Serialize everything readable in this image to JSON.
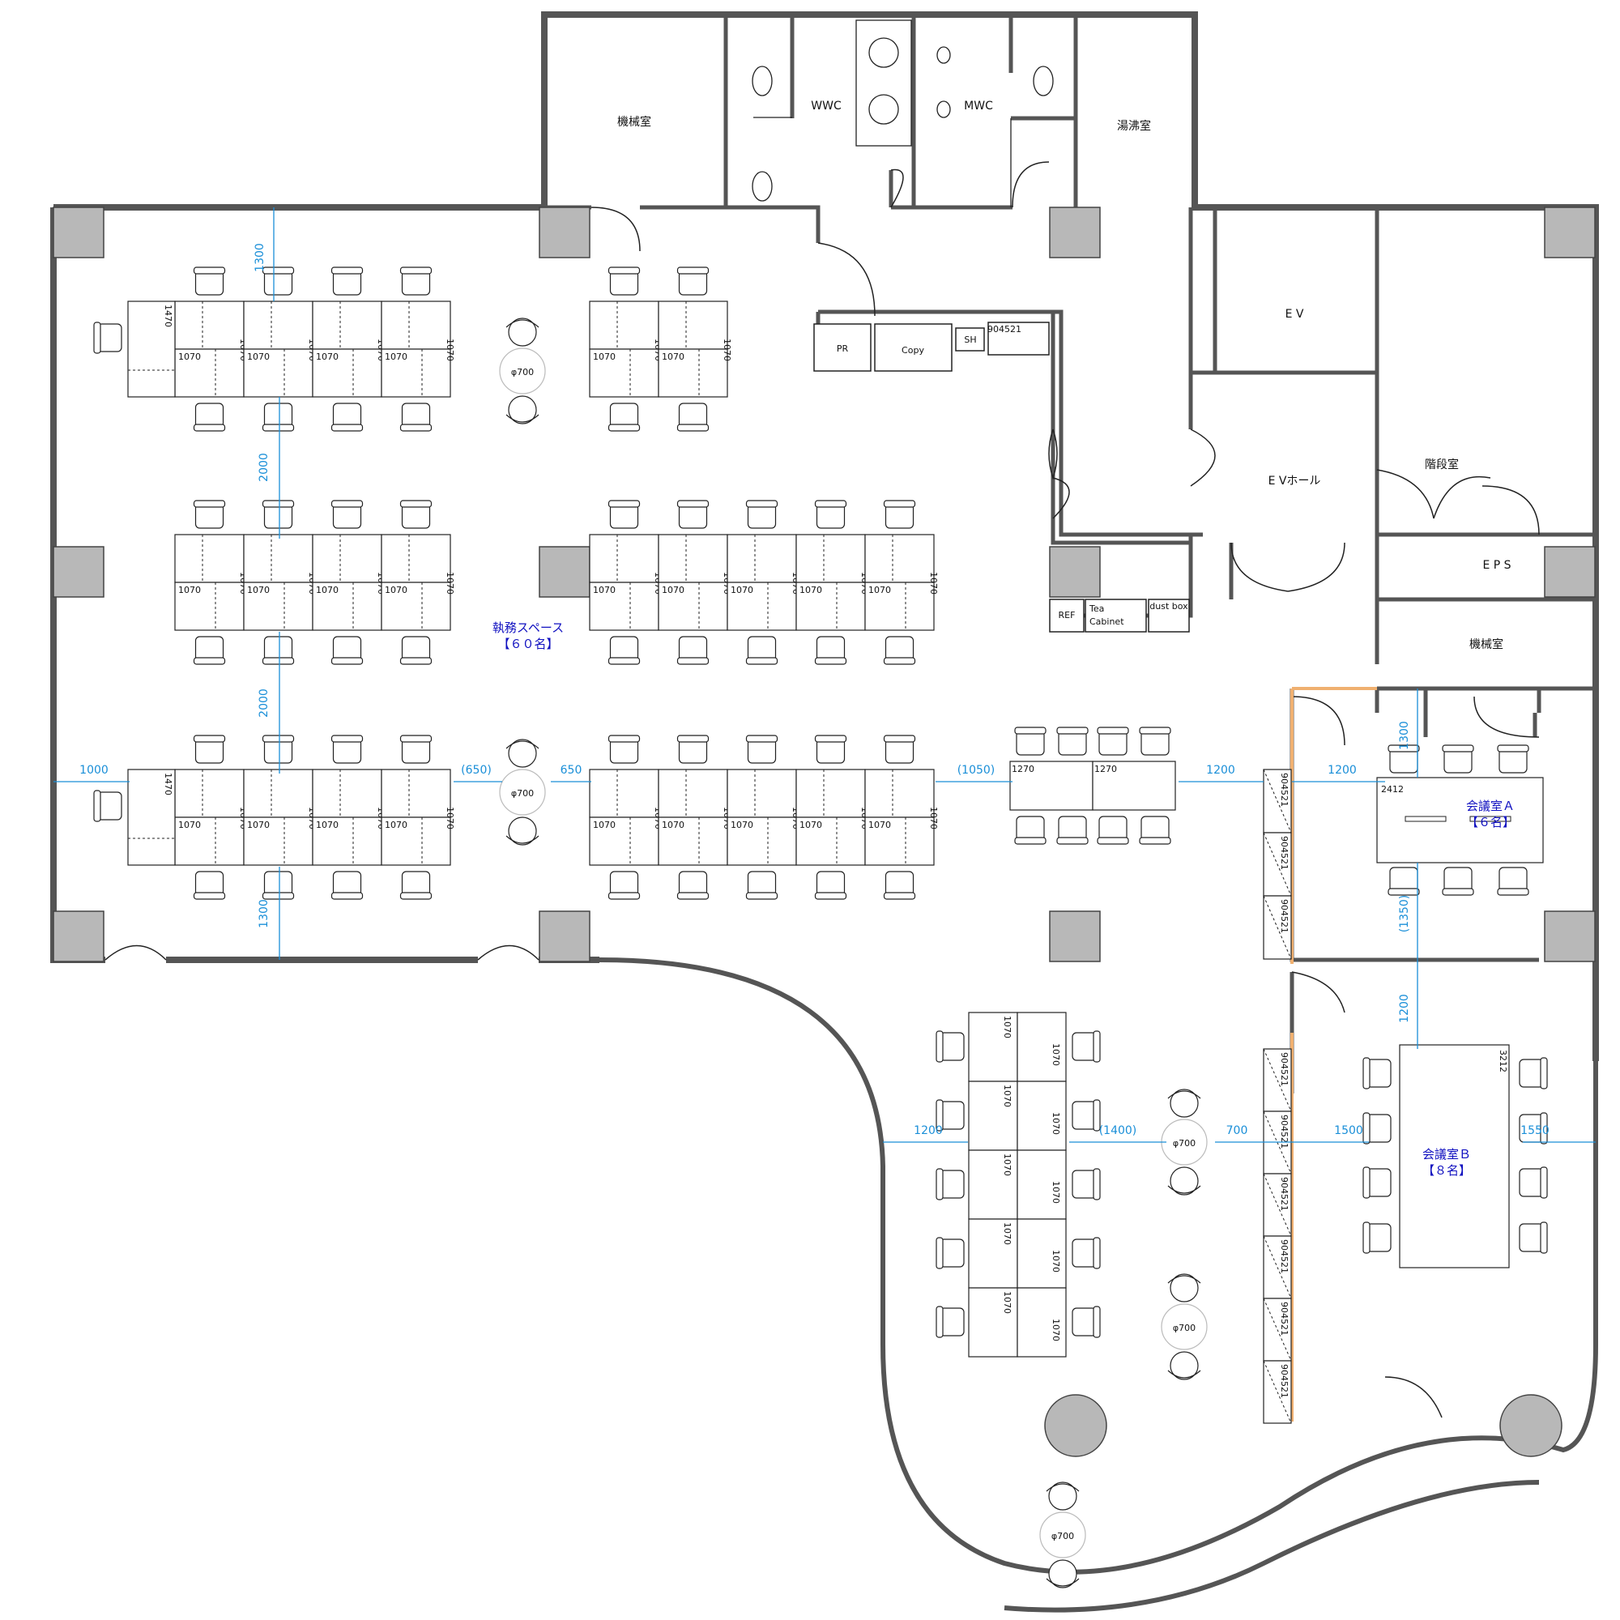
{
  "rooms": {
    "mech_room_1": "機械室",
    "wwc": "WWC",
    "mwc": "MWC",
    "kitchenette": "湯沸室",
    "ev": "E V",
    "ev_hall": "E Vホール",
    "stairs": "階段室",
    "eps": "E P S",
    "mech_room_2": "機械室"
  },
  "zones": {
    "work_space_line1": "執務スペース",
    "work_space_line2": "【６０名】",
    "meeting_a_line1": "会議室Ａ",
    "meeting_a_line2": "【６名】",
    "meeting_b_line1": "会議室Ｂ",
    "meeting_b_line2": "【８名】"
  },
  "equipment": {
    "printer": "PR",
    "copier": "Copy",
    "shredder": "SH",
    "cabinet_code": "904521",
    "refrigerator": "REF",
    "tea_cabinet_line1": "Tea",
    "tea_cabinet_line2": "Cabinet",
    "dust_box": "dust box"
  },
  "furniture_labels": {
    "desk": "1070",
    "manager_desk": "1470",
    "table_1270": "1270",
    "table_a": "2412",
    "table_b": "3212",
    "round_table": "φ700",
    "storage": "904521"
  },
  "dimensions": {
    "d1300_top": "1300",
    "d2000_a": "2000",
    "d2000_b": "2000",
    "d1300_bottom": "1300",
    "d1000": "1000",
    "d650_paren": "(650)",
    "d650": "650",
    "d1050_paren": "(1050)",
    "d1200_a": "1200",
    "d1200_b": "1200",
    "d1300_a": "1300",
    "d1350_paren": "(1350)",
    "d1200_c": "1200",
    "d1200_d": "1200",
    "d1400_paren": "(1400)",
    "d700": "700",
    "d1500": "1500",
    "d1550": "1550"
  },
  "colors": {
    "wall": "#555555",
    "column": "#b8b8b8",
    "dimension": "#1a8fd8",
    "zone_text": "#1010c0",
    "partition": "#f0b070"
  }
}
